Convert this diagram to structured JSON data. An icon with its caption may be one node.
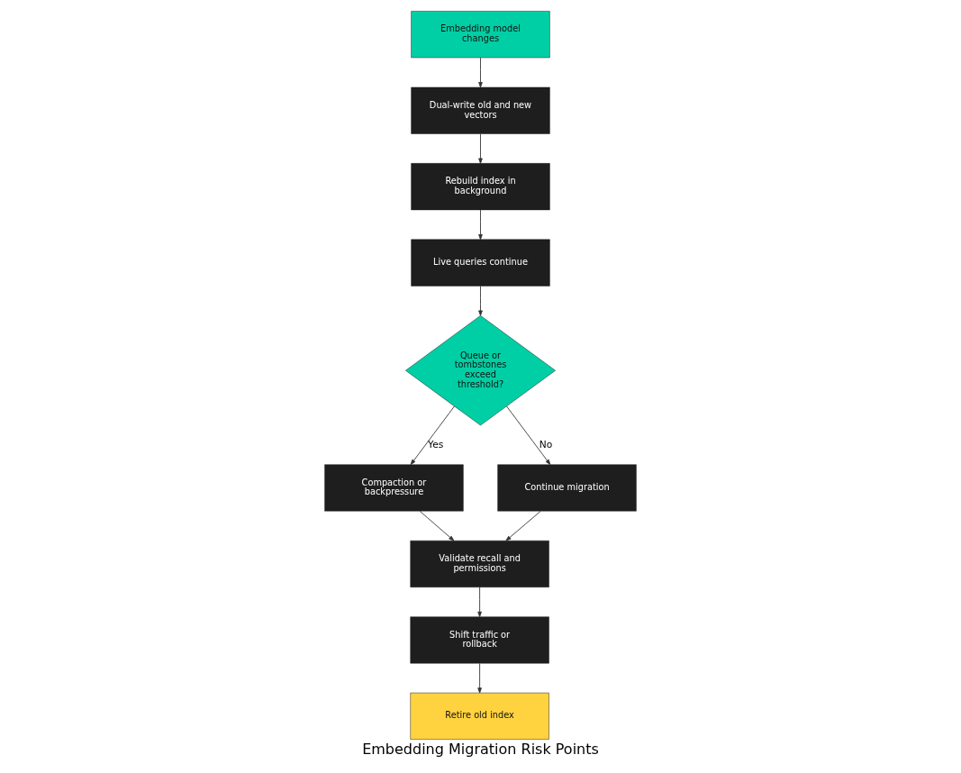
{
  "diagram": {
    "caption": "Embedding Migration Risk Points",
    "nodes": [
      {
        "text": [
          "Embedding model changes"
        ]
      },
      {
        "text": [
          "Dual-write old and new vectors"
        ]
      },
      {
        "text": [
          "Rebuild index in background"
        ]
      },
      {
        "text": [
          "Live queries continue"
        ]
      },
      {
        "text": [
          "Queue or tombstones exceed threshold?"
        ]
      },
      {
        "text": [
          "Compaction or backpressure"
        ]
      },
      {
        "text": [
          "Continue migration"
        ]
      },
      {
        "text": [
          "Validate recall and permissions"
        ]
      },
      {
        "text": [
          "Shift traffic or rollback"
        ]
      },
      {
        "text": [
          "Retire old index"
        ]
      }
    ],
    "edges": [
      {
        "from": 0,
        "to": 1,
        "arrow": "to"
      },
      {
        "from": 1,
        "to": 2,
        "arrow": "to"
      },
      {
        "from": 2,
        "to": 3,
        "arrow": "to"
      },
      {
        "from": 3,
        "to": 4,
        "arrow": "to"
      },
      {
        "from": 4,
        "to": 5,
        "label": "Yes",
        "arrow": "to"
      },
      {
        "from": 4,
        "to": 6,
        "label": "No",
        "arrow": "to"
      },
      {
        "from": 5,
        "to": 7,
        "arrow": "to"
      },
      {
        "from": 6,
        "to": 7,
        "arrow": "to"
      },
      {
        "from": 7,
        "to": 8,
        "arrow": "to"
      },
      {
        "from": 8,
        "to": 9,
        "arrow": "to"
      }
    ]
  }
}
